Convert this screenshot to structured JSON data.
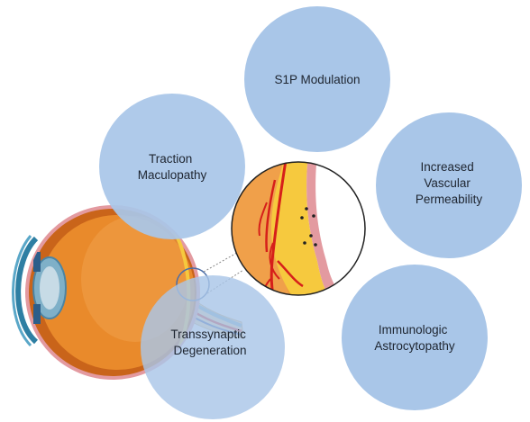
{
  "colors": {
    "bubble_fill": "#a9c6e8",
    "bubble_text": "#1e2530",
    "eye_orange": "#e98a2b",
    "eye_dark_orange": "#c9641a",
    "vessel_red": "#d61f1a",
    "sclera_pink": "#e39aa0",
    "retina_yellow": "#f6c93e",
    "cornea_blue": "#2e7fa3"
  },
  "bubbles": {
    "s1p": {
      "lines": [
        "S1P Modulation"
      ]
    },
    "traction": {
      "lines": [
        "Traction",
        "Maculopathy"
      ]
    },
    "permeability": {
      "lines": [
        "Increased",
        "Vascular",
        "Permeability"
      ]
    },
    "astrocytopathy": {
      "lines": [
        "Immunologic",
        "Astrocytopathy"
      ]
    },
    "degeneration": {
      "lines": [
        "Transsynaptic",
        "Degeneration"
      ]
    }
  },
  "illustrations": {
    "eye": "eye-cross-section",
    "magnifier": "retina-magnified-view"
  }
}
